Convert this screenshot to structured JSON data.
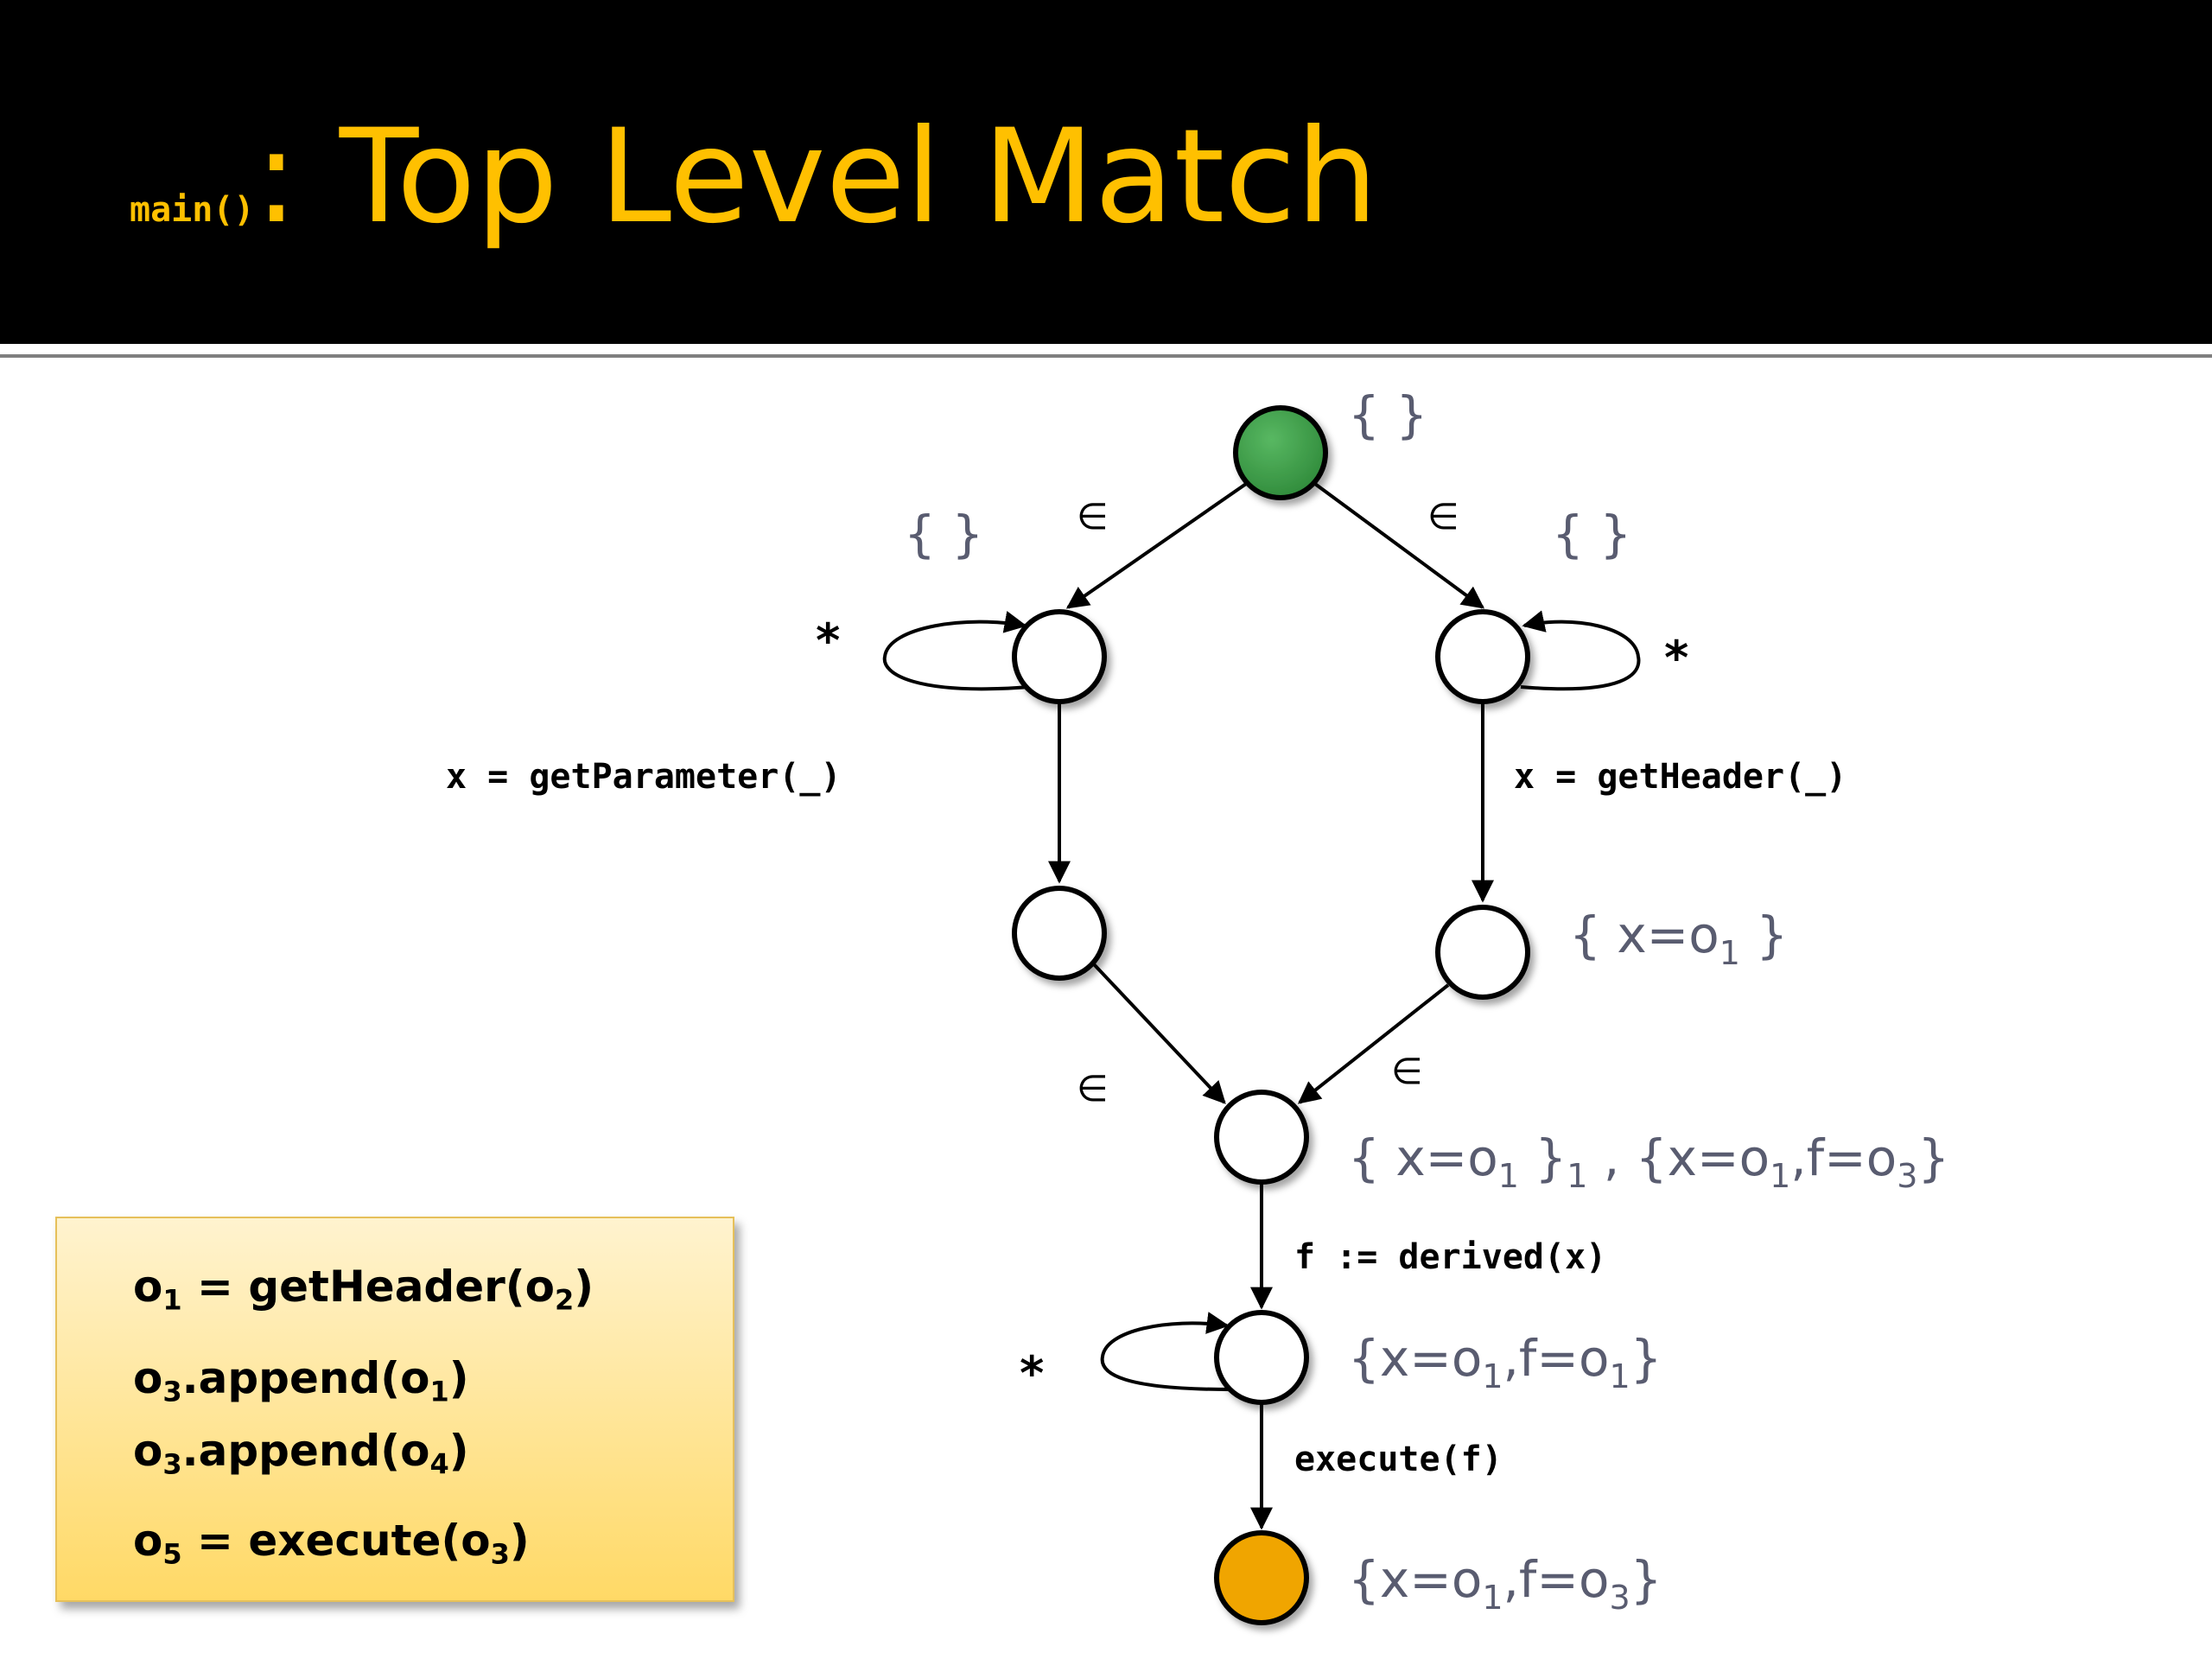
{
  "title": {
    "code": "main()",
    "text": ": Top Level Match"
  },
  "sets": {
    "start": "{ }",
    "left_top": "{ }",
    "right_top": "{ }",
    "right_mid": {
      "a": "{ x=o",
      "b": "1",
      "c": " }"
    },
    "merge": {
      "a": "{ x=o",
      "b": "1",
      "c": " }",
      "d": "1",
      "e": " , {x=o",
      "f": "1",
      "g": ",f=o",
      "h": "3",
      "i": "}"
    },
    "derived": {
      "a": "{x=o",
      "b": "1",
      "c": ",f=o",
      "d": "1",
      "e": "}"
    },
    "final": {
      "a": "{x=o",
      "b": "1",
      "c": ",f=o",
      "d": "3",
      "e": "}"
    }
  },
  "edges": {
    "epsilon": "∈",
    "star": "*",
    "get_parameter": "x = getParameter(_)",
    "get_header": "x = getHeader(_)",
    "derived": "f := derived(x)",
    "execute": "execute(f)"
  },
  "trace": [
    {
      "a": "o",
      "b": "1",
      "c": " = getHeader(o",
      "d": "2",
      "e": ")"
    },
    {
      "a": "o",
      "b": "3",
      "c": ".append(o",
      "d": "1",
      "e": ")"
    },
    {
      "a": "o",
      "b": "3",
      "c": ".append(o",
      "d": "4",
      "e": ")"
    },
    {
      "a": "o",
      "b": "5",
      "c": " = execute(o",
      "d": "3",
      "e": ")"
    }
  ],
  "colors": {
    "title": "#ffc000",
    "start_node": "#3ea14a",
    "end_node": "#f0a500",
    "set_text": "#595c70"
  }
}
